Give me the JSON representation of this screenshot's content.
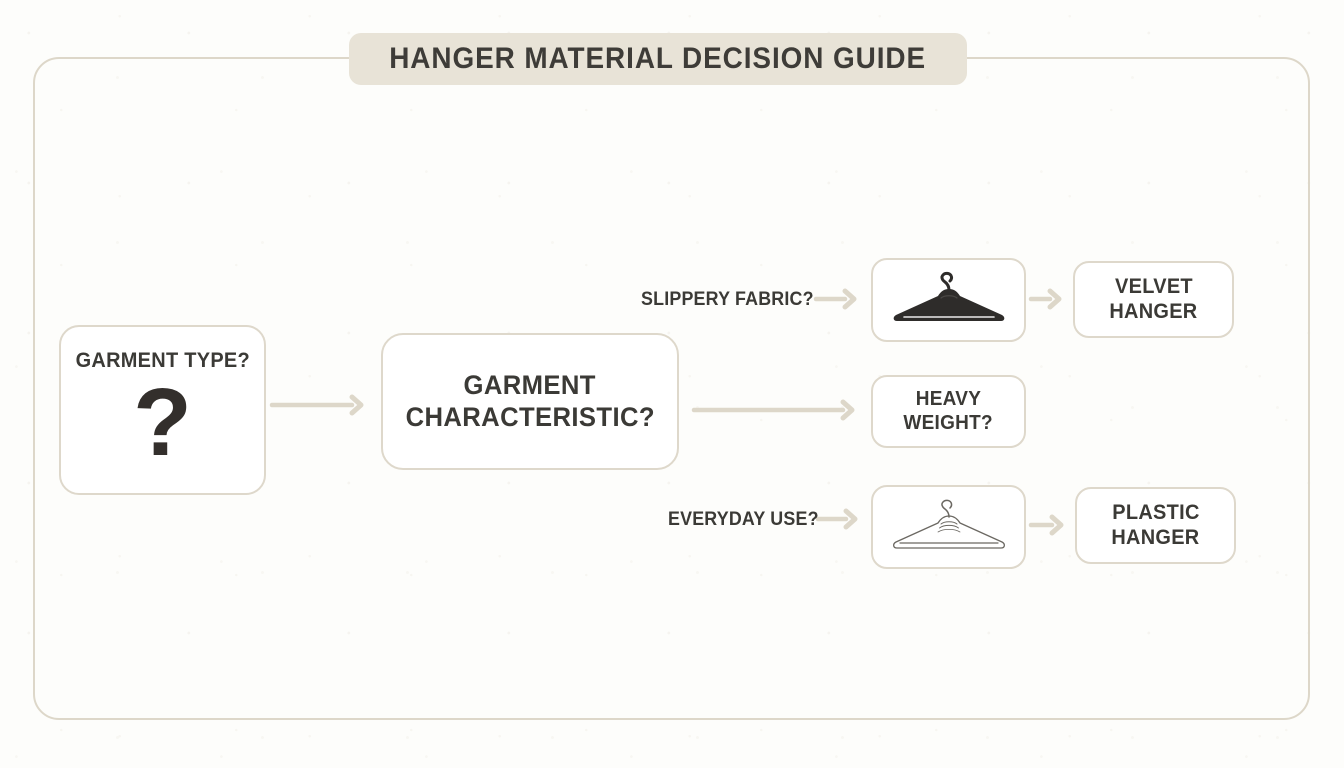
{
  "page": {
    "title": "HANGER MATERIAL DECISION GUIDE",
    "background_color": "#fdfdfb",
    "frame_color": "#ddd7c9",
    "title_pill_color": "#e8e3d7",
    "node_border_color": "#ded8cb",
    "node_fill_color": "#ffffff",
    "text_color": "#3b3a36",
    "connector_color": "#ddd7c9"
  },
  "diagram": {
    "type": "decision-flowchart",
    "start": {
      "label": "GARMENT TYPE?",
      "glyph": "?"
    },
    "decision": {
      "line1": "GARMENT",
      "line2": "CHARACTERISTIC?"
    },
    "branches": [
      {
        "id": "slippery",
        "label": "SLIPPERY FABRIC?",
        "icon": "velvet-hanger-icon",
        "icon_style": "filled",
        "result_line1": "VELVET",
        "result_line2": "HANGER"
      },
      {
        "id": "heavy",
        "label": "",
        "box_line1": "HEAVY",
        "box_line2": "WEIGHT?"
      },
      {
        "id": "everyday",
        "label": "EVERYDAY USE?",
        "icon": "plastic-hanger-icon",
        "icon_style": "outline",
        "result_line1": "PLASTIC",
        "result_line2": "HANGER"
      }
    ]
  }
}
